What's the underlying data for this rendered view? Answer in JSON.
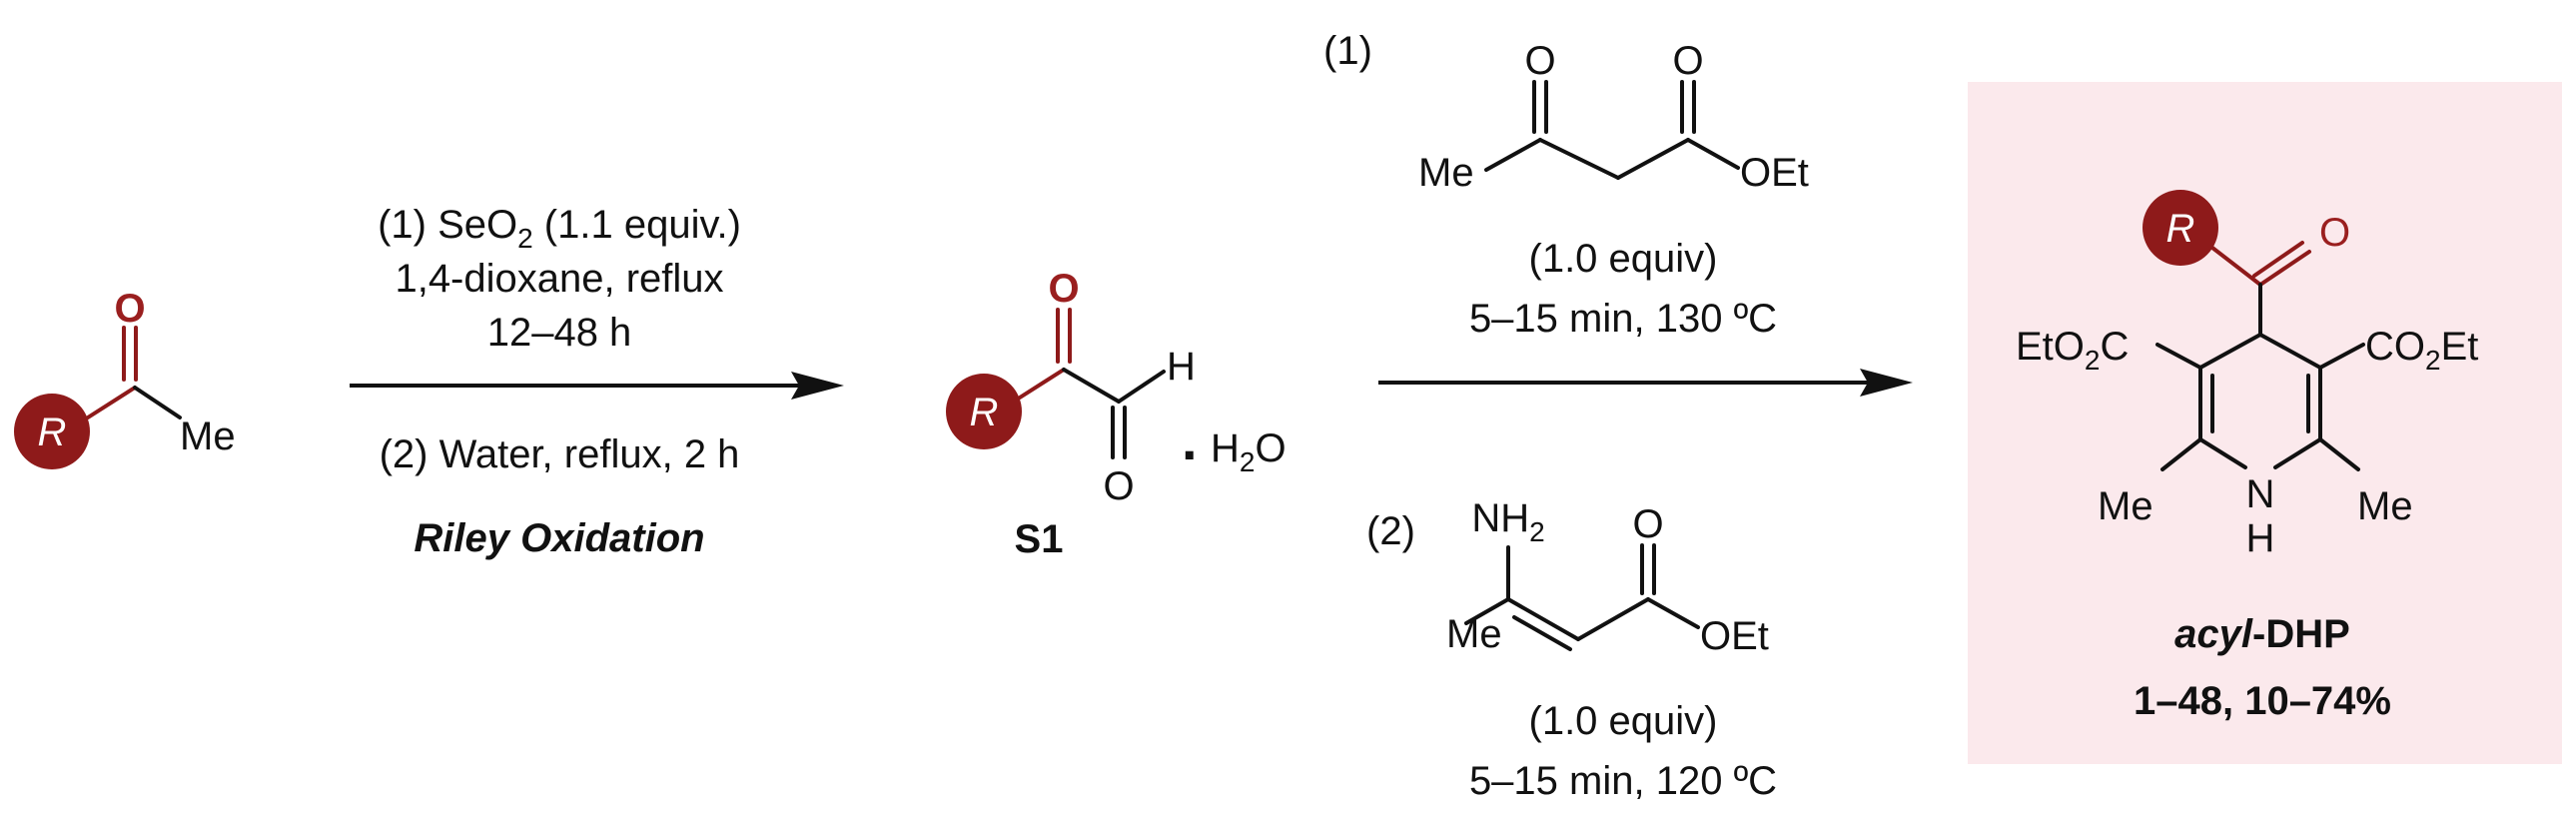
{
  "colors": {
    "accent": "#8e1a1a",
    "highlight_box": "#fbe9ec",
    "ink": "#111111"
  },
  "start_material": {
    "r_label": "R",
    "o_label": "O",
    "me_label": "Me"
  },
  "step1": {
    "cond_line1_pre": "(1) SeO",
    "cond_line1_sub": "2",
    "cond_line1_post": " (1.1 equiv.)",
    "cond_line2": "1,4-dioxane, reflux",
    "cond_line3": "12–48 h",
    "cond_line4": "(2) Water, reflux, 2 h",
    "name": "Riley Oxidation"
  },
  "intermediate": {
    "r_label": "R",
    "o_label": "O",
    "h_label": "H",
    "o2_label": "O",
    "hydrate_dot": ".",
    "hydrate_pre": "H",
    "hydrate_sub": "2",
    "hydrate_post": "O",
    "label": "S1"
  },
  "step2": {
    "reagent1": {
      "num": "(1)",
      "o1": "O",
      "o2": "O",
      "me": "Me",
      "oet": "OEt",
      "equiv": "(1.0 equiv)",
      "cond": "5–15 min, 130 ºC"
    },
    "reagent2": {
      "num": "(2)",
      "nh2_pre": "NH",
      "nh2_sub": "2",
      "o": "O",
      "me": "Me",
      "oet": "OEt",
      "equiv": "(1.0 equiv)",
      "cond": "5–15 min, 120 ºC"
    }
  },
  "product": {
    "r_label": "R",
    "o_label": "O",
    "left_ester_pre": "EtO",
    "left_ester_sub": "2",
    "left_ester_post": "C",
    "right_ester_pre": "CO",
    "right_ester_sub": "2",
    "right_ester_post": "Et",
    "me_left": "Me",
    "me_right": "Me",
    "n_label": "N",
    "h_label": "H",
    "name_italic": "acyl",
    "name_rest": "-DHP",
    "range": "1–48, 10–74%"
  }
}
